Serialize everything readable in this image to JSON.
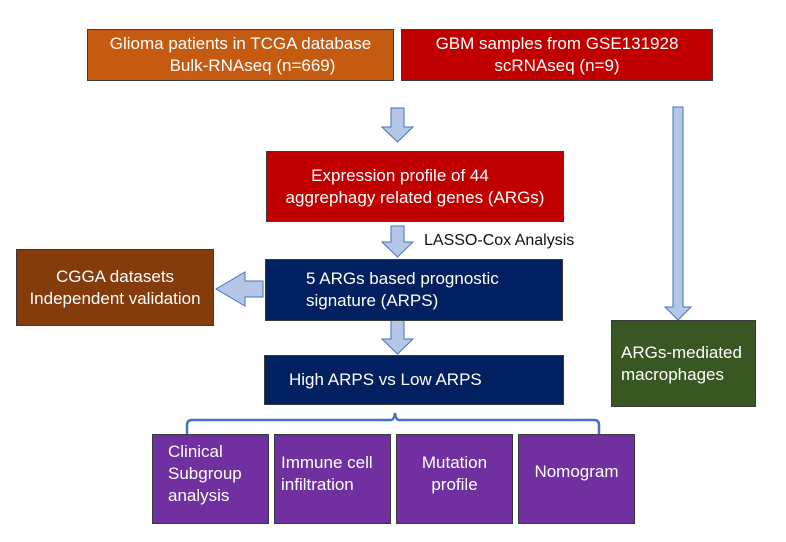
{
  "colors": {
    "orange": "#c55a11",
    "red": "#c00000",
    "navy": "#002060",
    "brown": "#843c0c",
    "green": "#385723",
    "purple": "#7030a0",
    "arrow_fill": "#b4c7e7",
    "arrow_stroke": "#4472c4",
    "bracket": "#4472c4"
  },
  "nodes": {
    "tcga": {
      "line1": "Glioma patients in TCGA database",
      "line2": "Bulk-RNAseq (n=669)"
    },
    "gse": {
      "line1": "GBM samples from GSE131928",
      "line2": "scRNAseq  (n=9)"
    },
    "expression": {
      "line1": "Expression profile of 44",
      "line2": "aggrephagy related genes (ARGs)"
    },
    "signature": {
      "line1": "5 ARGs based prognostic",
      "line2": "signature (ARPS)"
    },
    "cgga": {
      "line1": "CGGA datasets",
      "line2": "Independent validation"
    },
    "high_low": {
      "line1": "High ARPS vs Low ARPS"
    },
    "macrophages": {
      "line1": "ARGs-mediated",
      "line2": "macrophages"
    },
    "clinical": {
      "line1": "Clinical",
      "line2": "Subgroup",
      "line3": "analysis"
    },
    "immune": {
      "line1": "Immune cell",
      "line2": "infiltration"
    },
    "mutation": {
      "line1": "Mutation",
      "line2": "profile"
    },
    "nomogram": {
      "line1": "Nomogram"
    }
  },
  "edge_labels": {
    "lasso": "LASSO-Cox Analysis"
  }
}
